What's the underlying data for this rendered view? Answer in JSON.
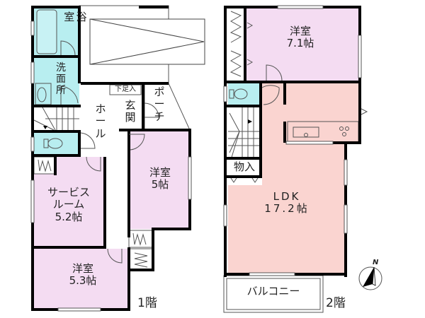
{
  "colors": {
    "wet_area": "#b8eef0",
    "bedroom": "#f4dcf2",
    "ldk": "#fad4d0",
    "wall": "#000000",
    "white": "#ffffff"
  },
  "floor1": {
    "label": "1階",
    "rooms": {
      "bath": "浴\n室",
      "washroom": "洗\n面\n所",
      "hall": "ホ\nー\nル",
      "entrance": "玄\n関",
      "shoe_storage": "下足入",
      "porch": "ポ\nー\nチ",
      "western_5": "洋室\n5帖",
      "service_room": "サービス\nルーム\n5.2帖",
      "western_53": "洋室\n5.3帖"
    }
  },
  "floor2": {
    "label": "2階",
    "rooms": {
      "western_71": "洋室\n7.1帖",
      "storage": "物入",
      "ldk": "LDK\n17.2帖",
      "balcony": "バルコニー"
    }
  },
  "compass": {
    "north": "N"
  }
}
